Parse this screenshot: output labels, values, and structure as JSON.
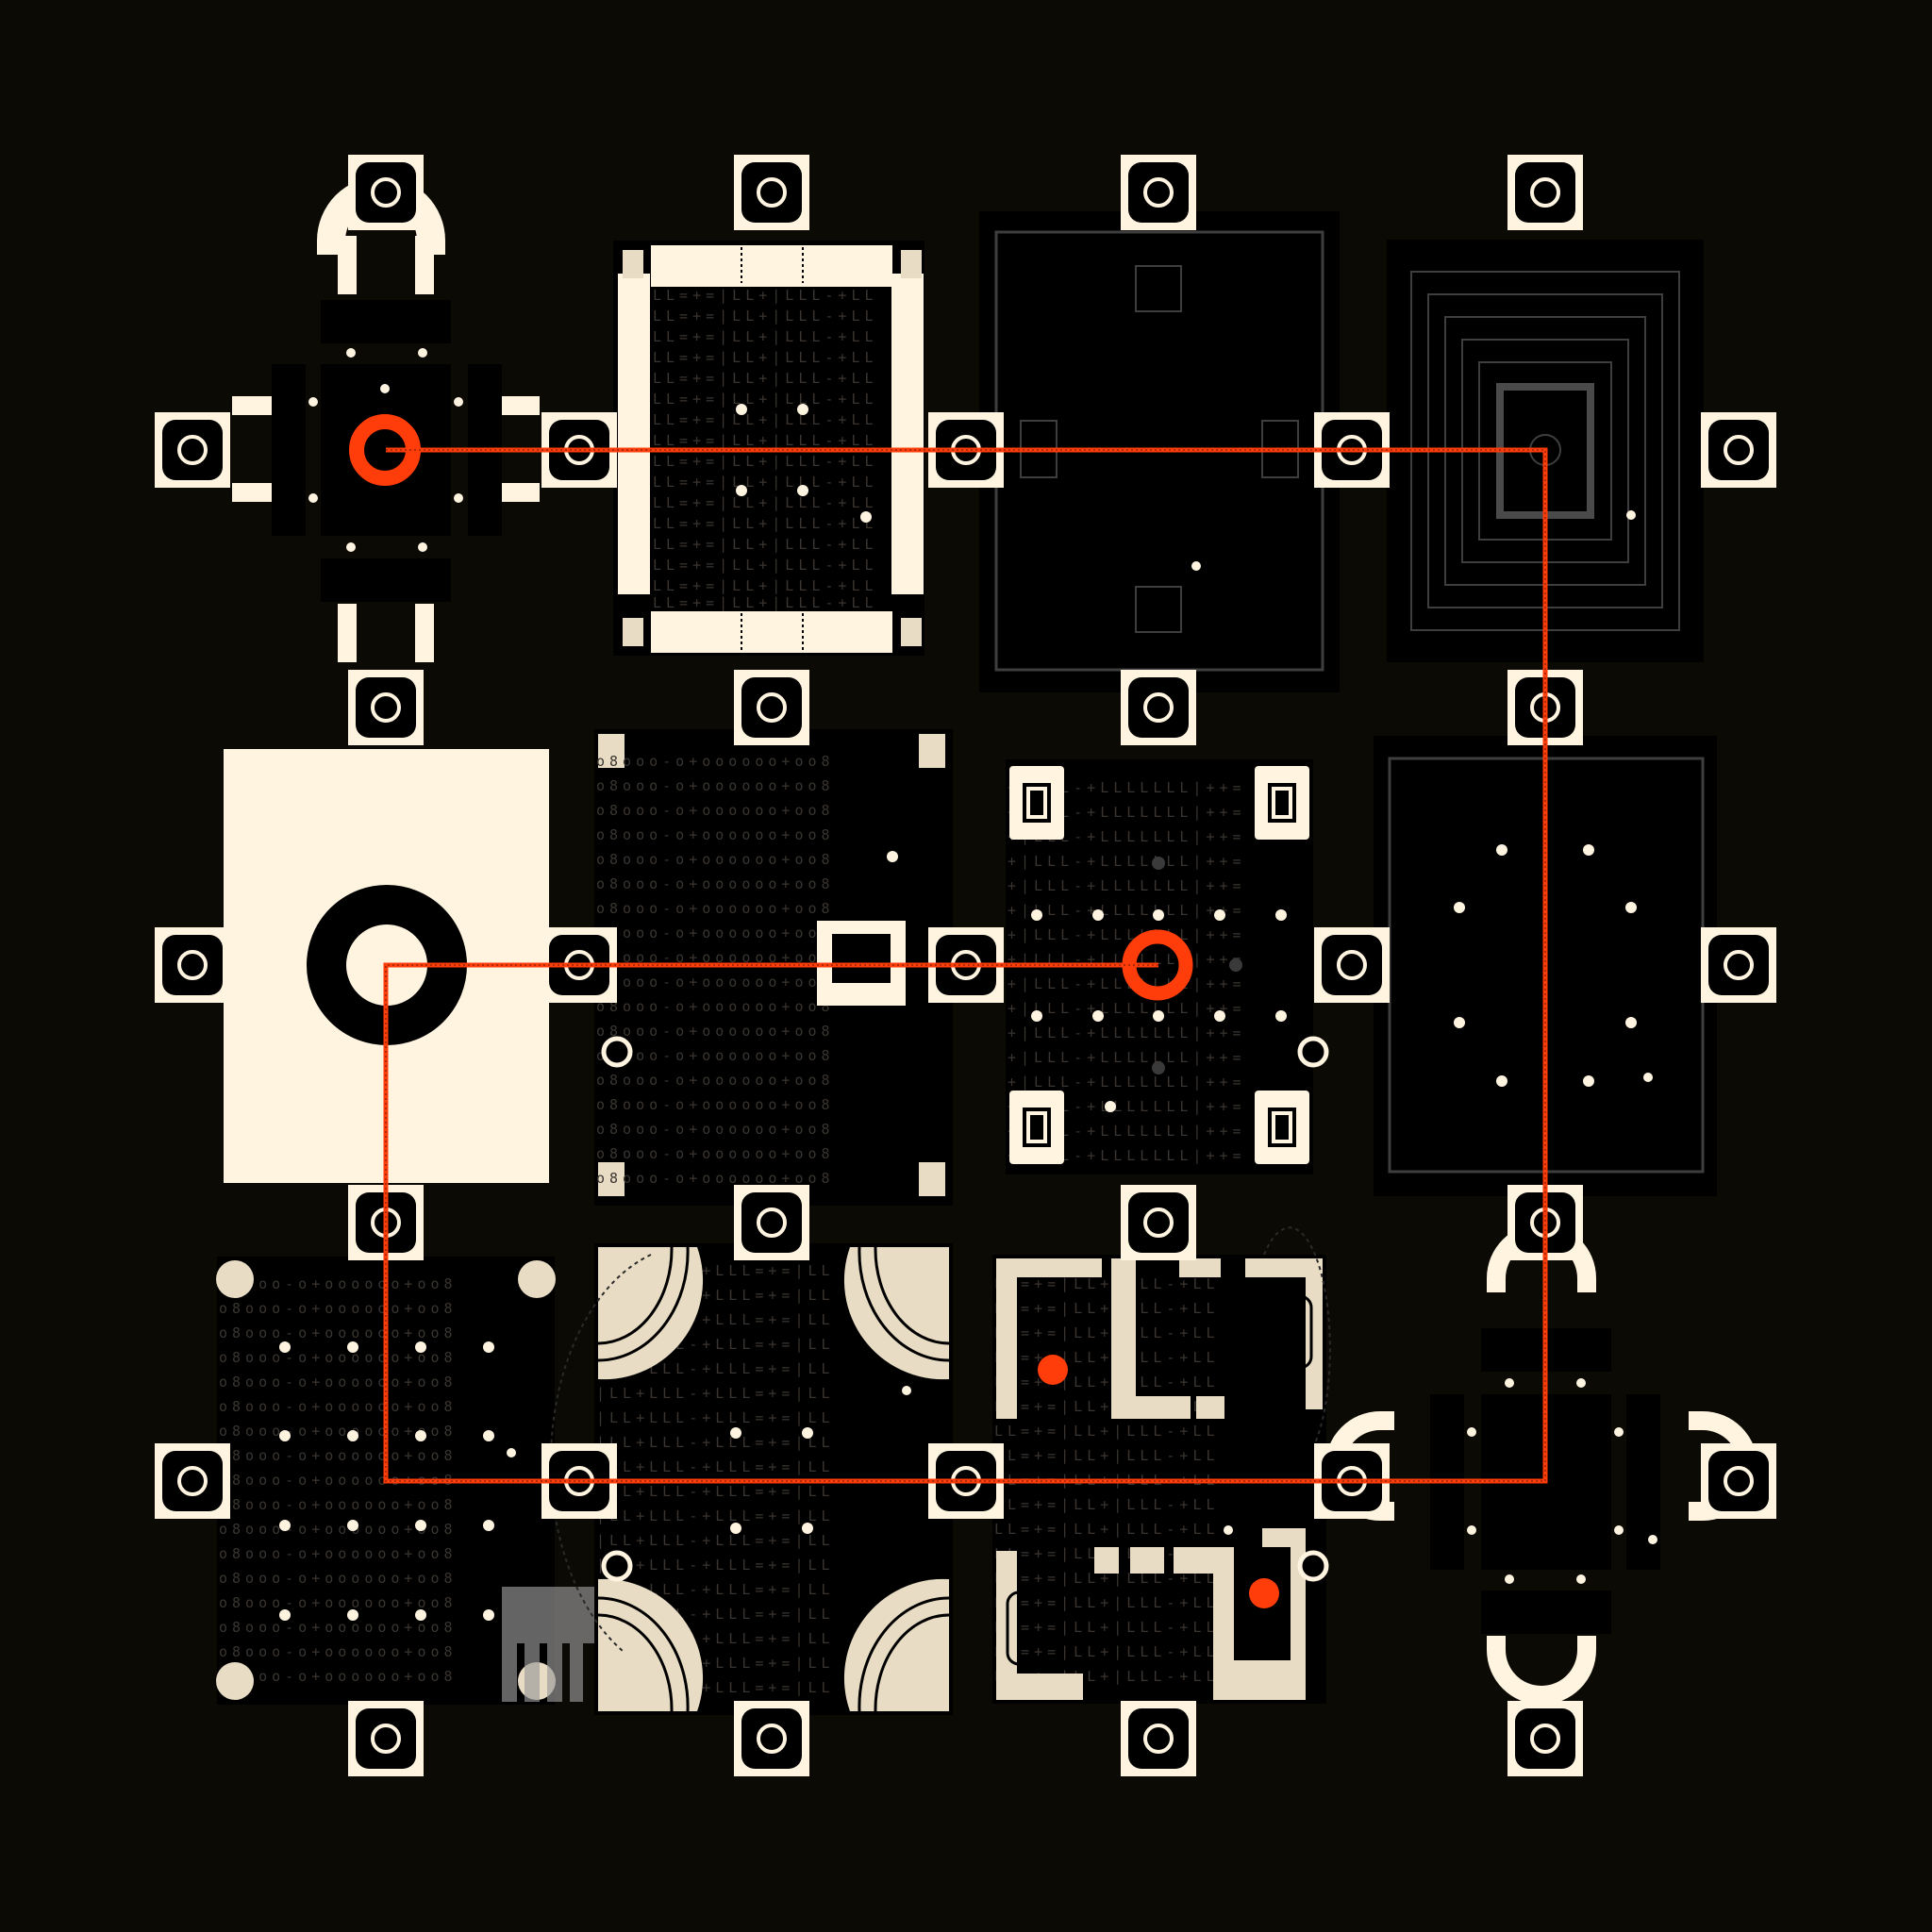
{
  "palette": {
    "background": "#0c0a04",
    "cream": "#fff4e0",
    "cream_dim": "#e8dcc4",
    "black": "#000000",
    "accent": "#ff3d0a",
    "grey_line": "#3e3e3e",
    "texture": "#3a3530"
  },
  "grid": {
    "rows": 3,
    "cols": 4
  },
  "tiles": [
    {
      "row": 0,
      "col": 0,
      "kind": "cross-junction",
      "accent_ring": true
    },
    {
      "row": 0,
      "col": 1,
      "kind": "cream-framed-texture",
      "texture": "LL=+=|LL+|LLL-+LL"
    },
    {
      "row": 0,
      "col": 2,
      "kind": "dark-panel"
    },
    {
      "row": 0,
      "col": 3,
      "kind": "concentric-squares"
    },
    {
      "row": 1,
      "col": 0,
      "kind": "cream-block-ring"
    },
    {
      "row": 1,
      "col": 1,
      "kind": "texture-window",
      "texture": "o8ooo-o+oooooo+oo8"
    },
    {
      "row": 1,
      "col": 2,
      "kind": "texture-dots-accent",
      "texture": "+|LLL-+LLLLLLL|++="
    },
    {
      "row": 1,
      "col": 3,
      "kind": "dark-dots-panel"
    },
    {
      "row": 2,
      "col": 0,
      "kind": "texture-dot-grid",
      "texture": "o8ooo-o+oooooo+oo8"
    },
    {
      "row": 2,
      "col": 1,
      "kind": "quarter-arcs",
      "texture": "|LL+LLL-+LLL=+=|LL"
    },
    {
      "row": 2,
      "col": 2,
      "kind": "cream-maze",
      "texture": "LL=+=|LL+|LLL-+LL"
    },
    {
      "row": 2,
      "col": 3,
      "kind": "cross-junction",
      "accent_ring": false
    }
  ],
  "route": {
    "color": "#ff3d0a",
    "description": "",
    "points": [
      [
        0,
        0
      ],
      [
        0,
        3
      ],
      [
        2,
        3
      ],
      [
        2,
        0
      ],
      [
        1,
        0
      ],
      [
        1,
        2
      ]
    ]
  }
}
